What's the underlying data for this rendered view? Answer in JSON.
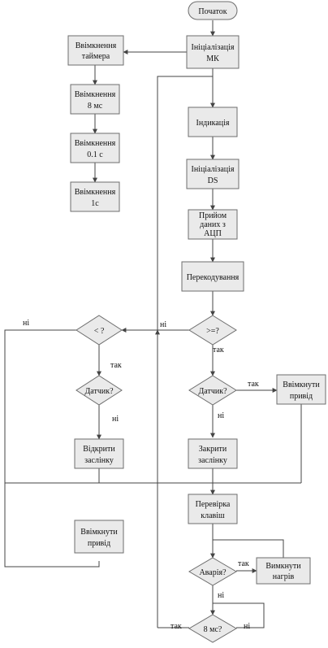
{
  "nodes": {
    "start": "Початок",
    "init_mk": [
      "Ініціалізація",
      "МК"
    ],
    "timer_on": [
      "Ввімкнення",
      "таймера"
    ],
    "on_8ms": [
      "Ввімкнення",
      "8 мс"
    ],
    "on_01s": [
      "Ввімкнення",
      "0.1 с"
    ],
    "on_1s": [
      "Ввімкнення",
      "1с"
    ],
    "indication": "Індикація",
    "init_ds": [
      "Ініціалізація",
      "DS"
    ],
    "adc_recv": [
      "Прийом",
      "даних з",
      "АЦП"
    ],
    "recode": "Перекодування",
    "cmp_ge": ">=?",
    "cmp_lt": "< ?",
    "sensor_right": "Датчик?",
    "sensor_left": "Датчик?",
    "drive_on_right": [
      "Ввімкнути",
      "привід"
    ],
    "close_valve": [
      "Закрити",
      "заслінку"
    ],
    "open_valve": [
      "Відкрити",
      "заслінку"
    ],
    "drive_on_left": [
      "Ввімкнути",
      "привід"
    ],
    "check_keys": [
      "Перевірка",
      "клавіш"
    ],
    "alarm": "Аварія?",
    "heat_off": [
      "Вимкнути",
      "нагрів"
    ],
    "ms8": "8 мс?"
  },
  "labels": {
    "ni_ge": "ні",
    "tak_ge": "так",
    "ni_lt": "ні",
    "tak_lt": "так",
    "tak_sensor_r": "так",
    "ni_sensor_r": "ні",
    "ni_sensor_l": "ні",
    "tak_alarm": "так",
    "ni_alarm": "ні",
    "tak_8ms": "так",
    "ni_8ms": "ні"
  }
}
